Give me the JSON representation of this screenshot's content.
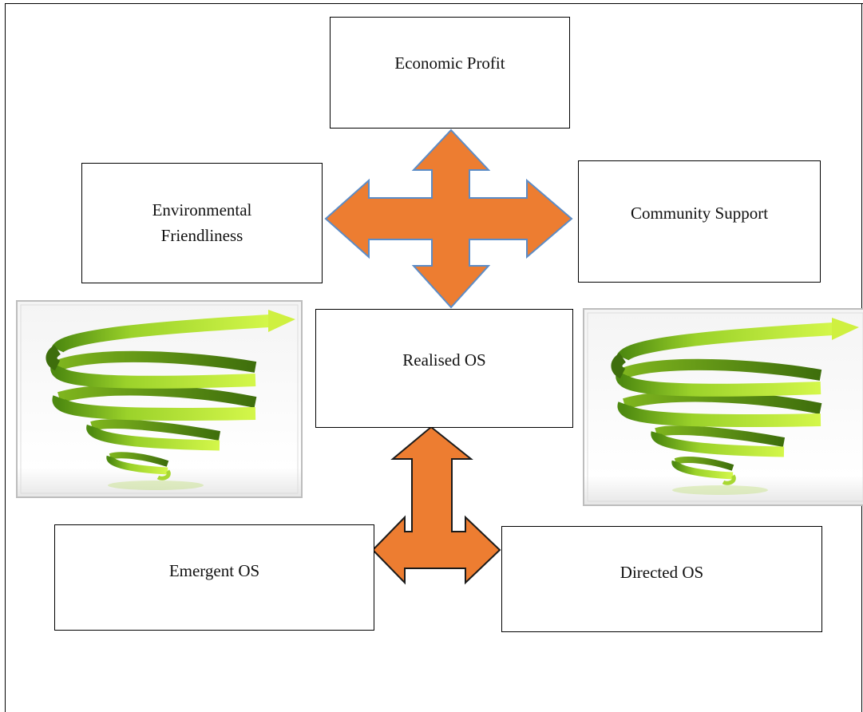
{
  "diagram": {
    "boxes": {
      "economic_profit": "Economic Profit",
      "environmental_friendliness": "Environmental\nFriendliness",
      "community_support": "Community Support",
      "realised_os": "Realised OS",
      "emergent_os": "Emergent OS",
      "directed_os": "Directed OS"
    },
    "colors": {
      "arrow_fill": "#ED7D31",
      "arrow_stroke_top": "#5B8CC7",
      "arrow_stroke_bottom": "#1a1a1a",
      "spiral_light": "#C8F53A",
      "spiral_dark": "#4E8A10"
    },
    "icons": [
      "four-way-arrow-icon",
      "three-way-arrow-icon",
      "green-spiral-arrow-icon"
    ]
  }
}
